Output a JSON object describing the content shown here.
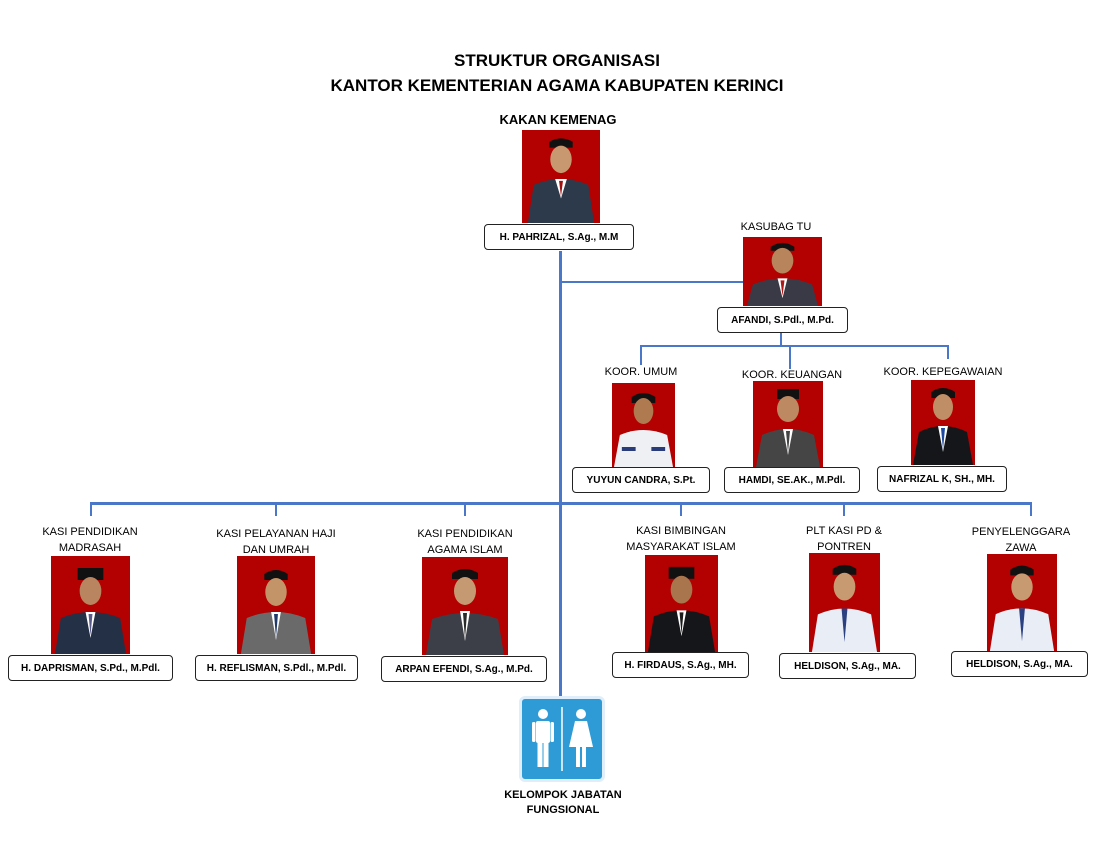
{
  "header": {
    "title_line1": "STRUKTUR ORGANISASI",
    "title_line2": "KANTOR KEMENTERIAN AGAMA KABUPATEN KERINCI"
  },
  "head": {
    "role": "KAKAN KEMENAG",
    "name": "H. PAHRIZAL, S.Ag., M.M"
  },
  "kasubag": {
    "role": "KASUBAG TU",
    "name": "AFANDI, S.Pdl., M.Pd."
  },
  "koordinators": [
    {
      "role": "KOOR. UMUM",
      "name": "YUYUN CANDRA, S.Pt."
    },
    {
      "role": "KOOR. KEUANGAN",
      "name": "HAMDI, SE.AK., M.Pdl."
    },
    {
      "role": "KOOR. KEPEGAWAIAN",
      "name": "NAFRIZAL K, SH., MH."
    }
  ],
  "sections": [
    {
      "role_line1": "KASI PENDIDIKAN",
      "role_line2": "MADRASAH",
      "name": "H. DAPRISMAN, S.Pd., M.Pdl."
    },
    {
      "role_line1": "KASI PELAYANAN HAJI",
      "role_line2": "DAN UMRAH",
      "name": "H. REFLISMAN, S.Pdl., M.Pdl."
    },
    {
      "role_line1": "KASI PENDIDIKAN",
      "role_line2": "AGAMA ISLAM",
      "name": "ARPAN EFENDI, S.Ag., M.Pd."
    },
    {
      "role_line1": "KASI BIMBINGAN",
      "role_line2": "MASYARAKAT ISLAM",
      "name": "H. FIRDAUS, S.Ag., MH."
    },
    {
      "role_line1": "PLT KASI PD &",
      "role_line2": "PONTREN",
      "name": "HELDISON, S.Ag., MA."
    },
    {
      "role_line1": "PENYELENGGARA",
      "role_line2": "ZAWA",
      "name": "HELDISON, S.Ag., MA."
    }
  ],
  "functional": {
    "label_line1": "KELOMPOK JABATAN",
    "label_line2": "FUNGSIONAL",
    "icon": "restroom-icon"
  },
  "colors": {
    "line": "#4a77c7",
    "photo_bg": "#b30000",
    "icon_bg": "#2e9bd6"
  }
}
